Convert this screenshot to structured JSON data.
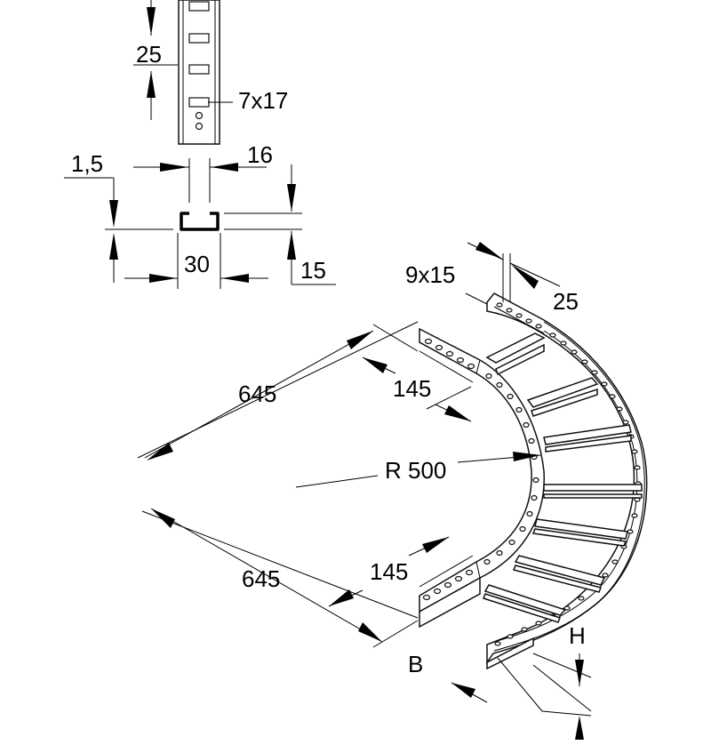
{
  "dimensions": {
    "slot_pitch": "25",
    "slot_size": "7x17",
    "wall_thickness": "1,5",
    "rung_width": "16",
    "rung_base": "30",
    "rung_height": "15",
    "side_hole_size": "9x15",
    "side_hole_pitch": "25",
    "leg_length_upper": "645",
    "leg_length_lower": "645",
    "side_width_upper": "145",
    "side_width_lower": "145",
    "radius": "R 500",
    "label_h": "H",
    "label_b": "B"
  },
  "colors": {
    "line": "#000000",
    "background": "#ffffff"
  }
}
